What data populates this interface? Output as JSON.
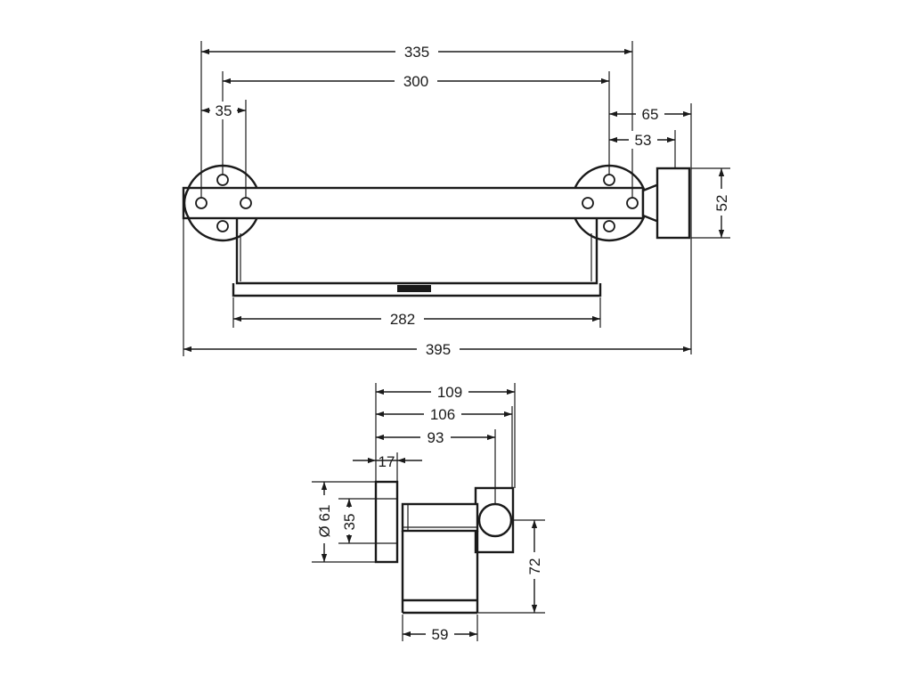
{
  "front_view": {
    "dimensions": {
      "d335": "335",
      "d300": "300",
      "d35": "35",
      "d65": "65",
      "d53": "53",
      "d52": "52",
      "d282": "282",
      "d395": "395"
    }
  },
  "side_view": {
    "dimensions": {
      "d109": "109",
      "d106": "106",
      "d93": "93",
      "d17": "17",
      "d61": "Ø 61",
      "d35": "35",
      "d72": "72",
      "d59": "59"
    }
  }
}
